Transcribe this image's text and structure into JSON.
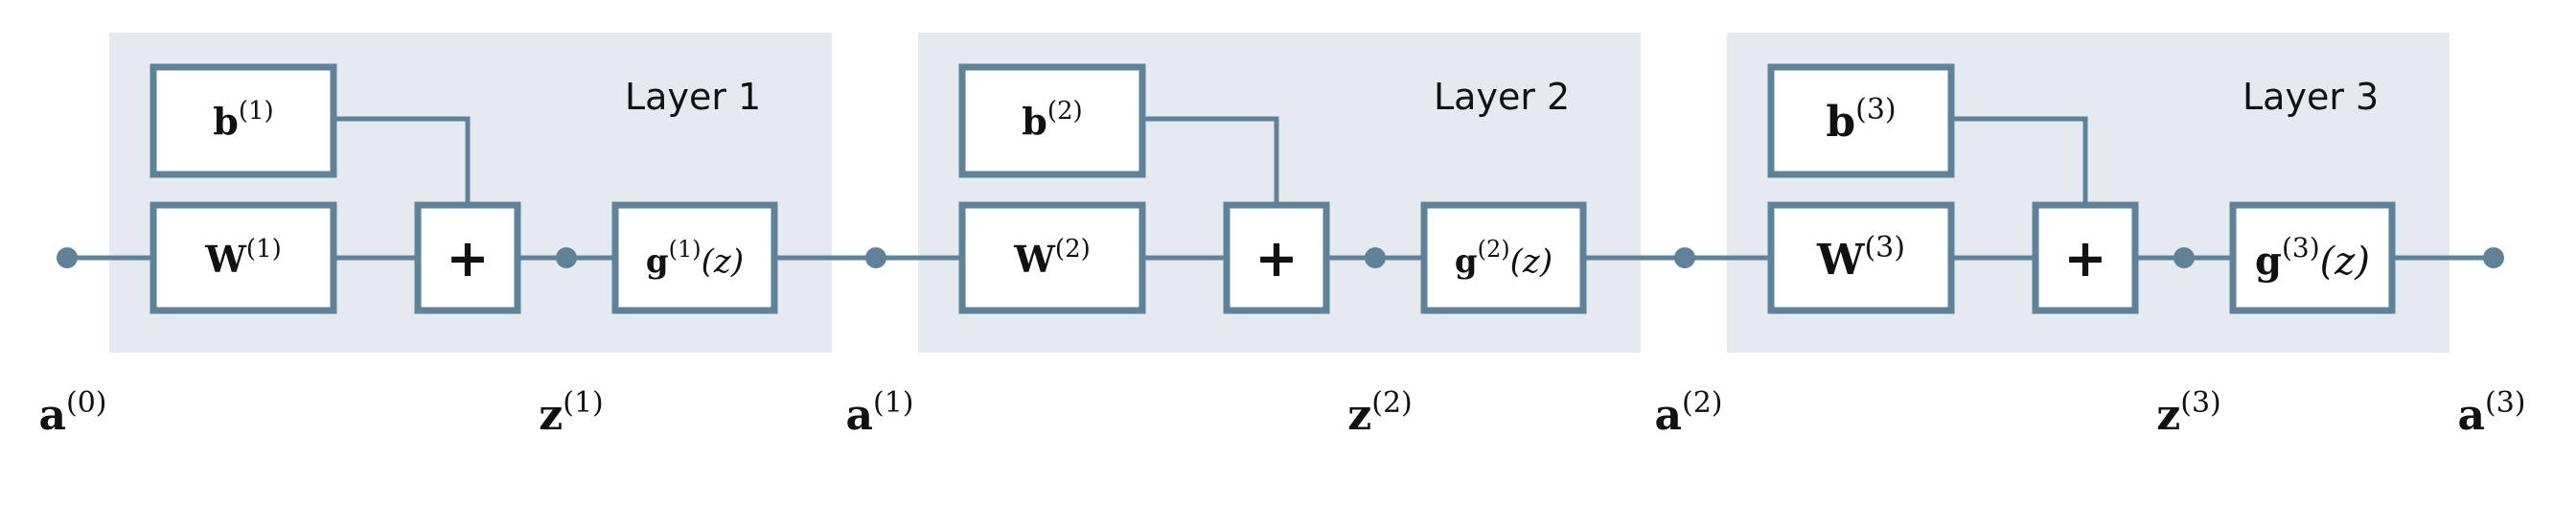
{
  "layers": [
    {
      "title": "Layer 1",
      "bias": {
        "base": "b",
        "sup": "(1)"
      },
      "weight": {
        "base": "W",
        "sup": "(1)"
      },
      "sum_symbol": "+",
      "activation": {
        "base": "g",
        "sup": "(1)",
        "arg": "(z)"
      },
      "preactivation": {
        "base": "z",
        "sup": "(1)"
      }
    },
    {
      "title": "Layer 2",
      "bias": {
        "base": "b",
        "sup": "(2)"
      },
      "weight": {
        "base": "W",
        "sup": "(2)"
      },
      "sum_symbol": "+",
      "activation": {
        "base": "g",
        "sup": "(2)",
        "arg": "(z)"
      },
      "preactivation": {
        "base": "z",
        "sup": "(2)"
      }
    },
    {
      "title": "Layer 3",
      "bias": {
        "base": "b",
        "sup": "(3)"
      },
      "weight": {
        "base": "W",
        "sup": "(3)"
      },
      "sum_symbol": "+",
      "activation": {
        "base": "g",
        "sup": "(3)",
        "arg": "(z)"
      },
      "preactivation": {
        "base": "z",
        "sup": "(3)"
      }
    }
  ],
  "activations": [
    {
      "base": "a",
      "sup": "(0)"
    },
    {
      "base": "a",
      "sup": "(1)"
    },
    {
      "base": "a",
      "sup": "(2)"
    },
    {
      "base": "a",
      "sup": "(3)"
    }
  ],
  "colors": {
    "panel": "#e5eaf0",
    "stroke": "#5f8299",
    "text": "#111111"
  }
}
